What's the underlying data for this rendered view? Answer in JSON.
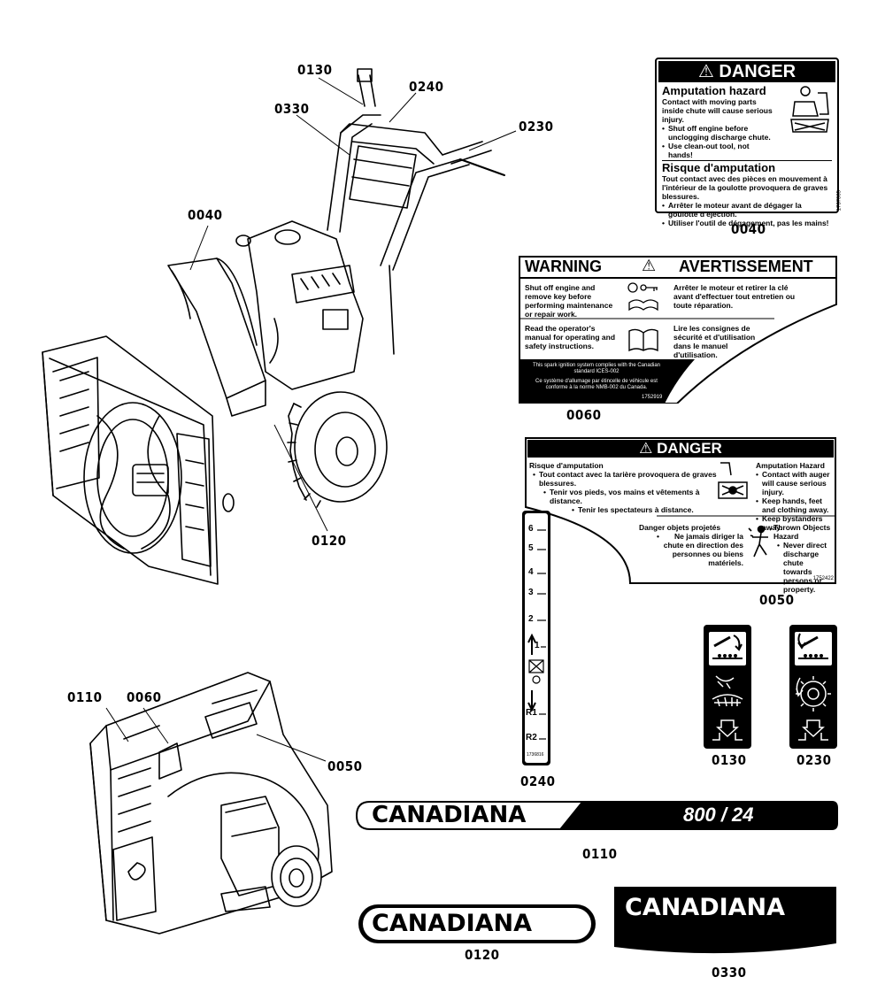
{
  "callouts": {
    "c0130_top": "0130",
    "c0240_top": "0240",
    "c0330_top": "0330",
    "c0230_top": "0230",
    "c0040_left": "0040",
    "c0120_left": "0120",
    "c0110_left": "0110",
    "c0060_left": "0060",
    "c0050_left": "0050",
    "c0040_decal": "0040",
    "c0060_decal": "0060",
    "c0050_decal": "0050",
    "c0240_decal": "0240",
    "c0130_decal": "0130",
    "c0230_decal": "0230",
    "c0110_decal": "0110",
    "c0120_decal": "0120",
    "c0330_decal": "0330"
  },
  "decal_0040": {
    "header": "DANGER",
    "title_en": "Amputation hazard",
    "bullet_en_1": "Contact with moving parts inside chute will cause serious injury.",
    "bullet_en_2": "Shut off engine before unclogging discharge chute.",
    "bullet_en_3": "Use clean-out tool, not hands!",
    "title_fr": "Risque d'amputation",
    "body_fr": "Tout contact avec des pièces en mouvement à l'intérieur de la goulotte provoquera de graves blessures.",
    "bullet_fr_1": "Arrêter le moteur avant de dégager la goulotte d'éjection.",
    "bullet_fr_2": "Utiliser l'outil de dégagement, pas les mains!",
    "part_no": "1737865"
  },
  "decal_0060": {
    "header_en": "WARNING",
    "header_fr": "AVERTISSEMENT",
    "row1_en": "Shut off engine and remove key before performing maintenance or repair work.",
    "row1_fr": "Arrêter le moteur et retirer la clé avant d'effectuer tout entretien ou toute réparation.",
    "row2_en": "Read the operator's manual for operating and safety instructions.",
    "row2_fr": "Lire les consignes de sécurité et d'utilisation dans le manuel d'utilisation.",
    "footer_en": "This spark ignition system complies with the Canadian standard ICES-002",
    "footer_fr": "Ce système d'allumage par étincelle de véhicule est conforme à la norme NMB-002 du Canada.",
    "part_no": "1752919"
  },
  "decal_0050": {
    "header": "DANGER",
    "fr_title": "Risque d'amputation",
    "fr_b1": "Tout contact avec la tarière provoquera de graves blessures.",
    "fr_b2": "Tenir vos pieds, vos mains et vêtements à distance.",
    "fr_b3": "Tenir les spectateurs à distance.",
    "en_title": "Amputation Hazard",
    "en_b1": "Contact with auger will cause serious injury.",
    "en_b2": "Keep hands, feet and clothing away.",
    "en_b3": "Keep bystanders away.",
    "fr_title2": "Danger objets projetés",
    "fr_b4": "Ne jamais diriger la chute en direction des personnes ou biens matériels.",
    "en_title2": "Thrown Objects Hazard",
    "en_b4": "Never direct discharge chute towards persons or property.",
    "part_no": "1752422"
  },
  "decal_0240": {
    "speeds": [
      "6",
      "5",
      "4",
      "3",
      "2",
      "1",
      "R1",
      "R2"
    ],
    "part_no": "1736816"
  },
  "decal_0110": {
    "brand": "CANADIANA",
    "model": "800 / 24"
  },
  "decal_0120": {
    "brand": "CANADIANA"
  },
  "decal_0330": {
    "brand": "CANADIANA"
  }
}
